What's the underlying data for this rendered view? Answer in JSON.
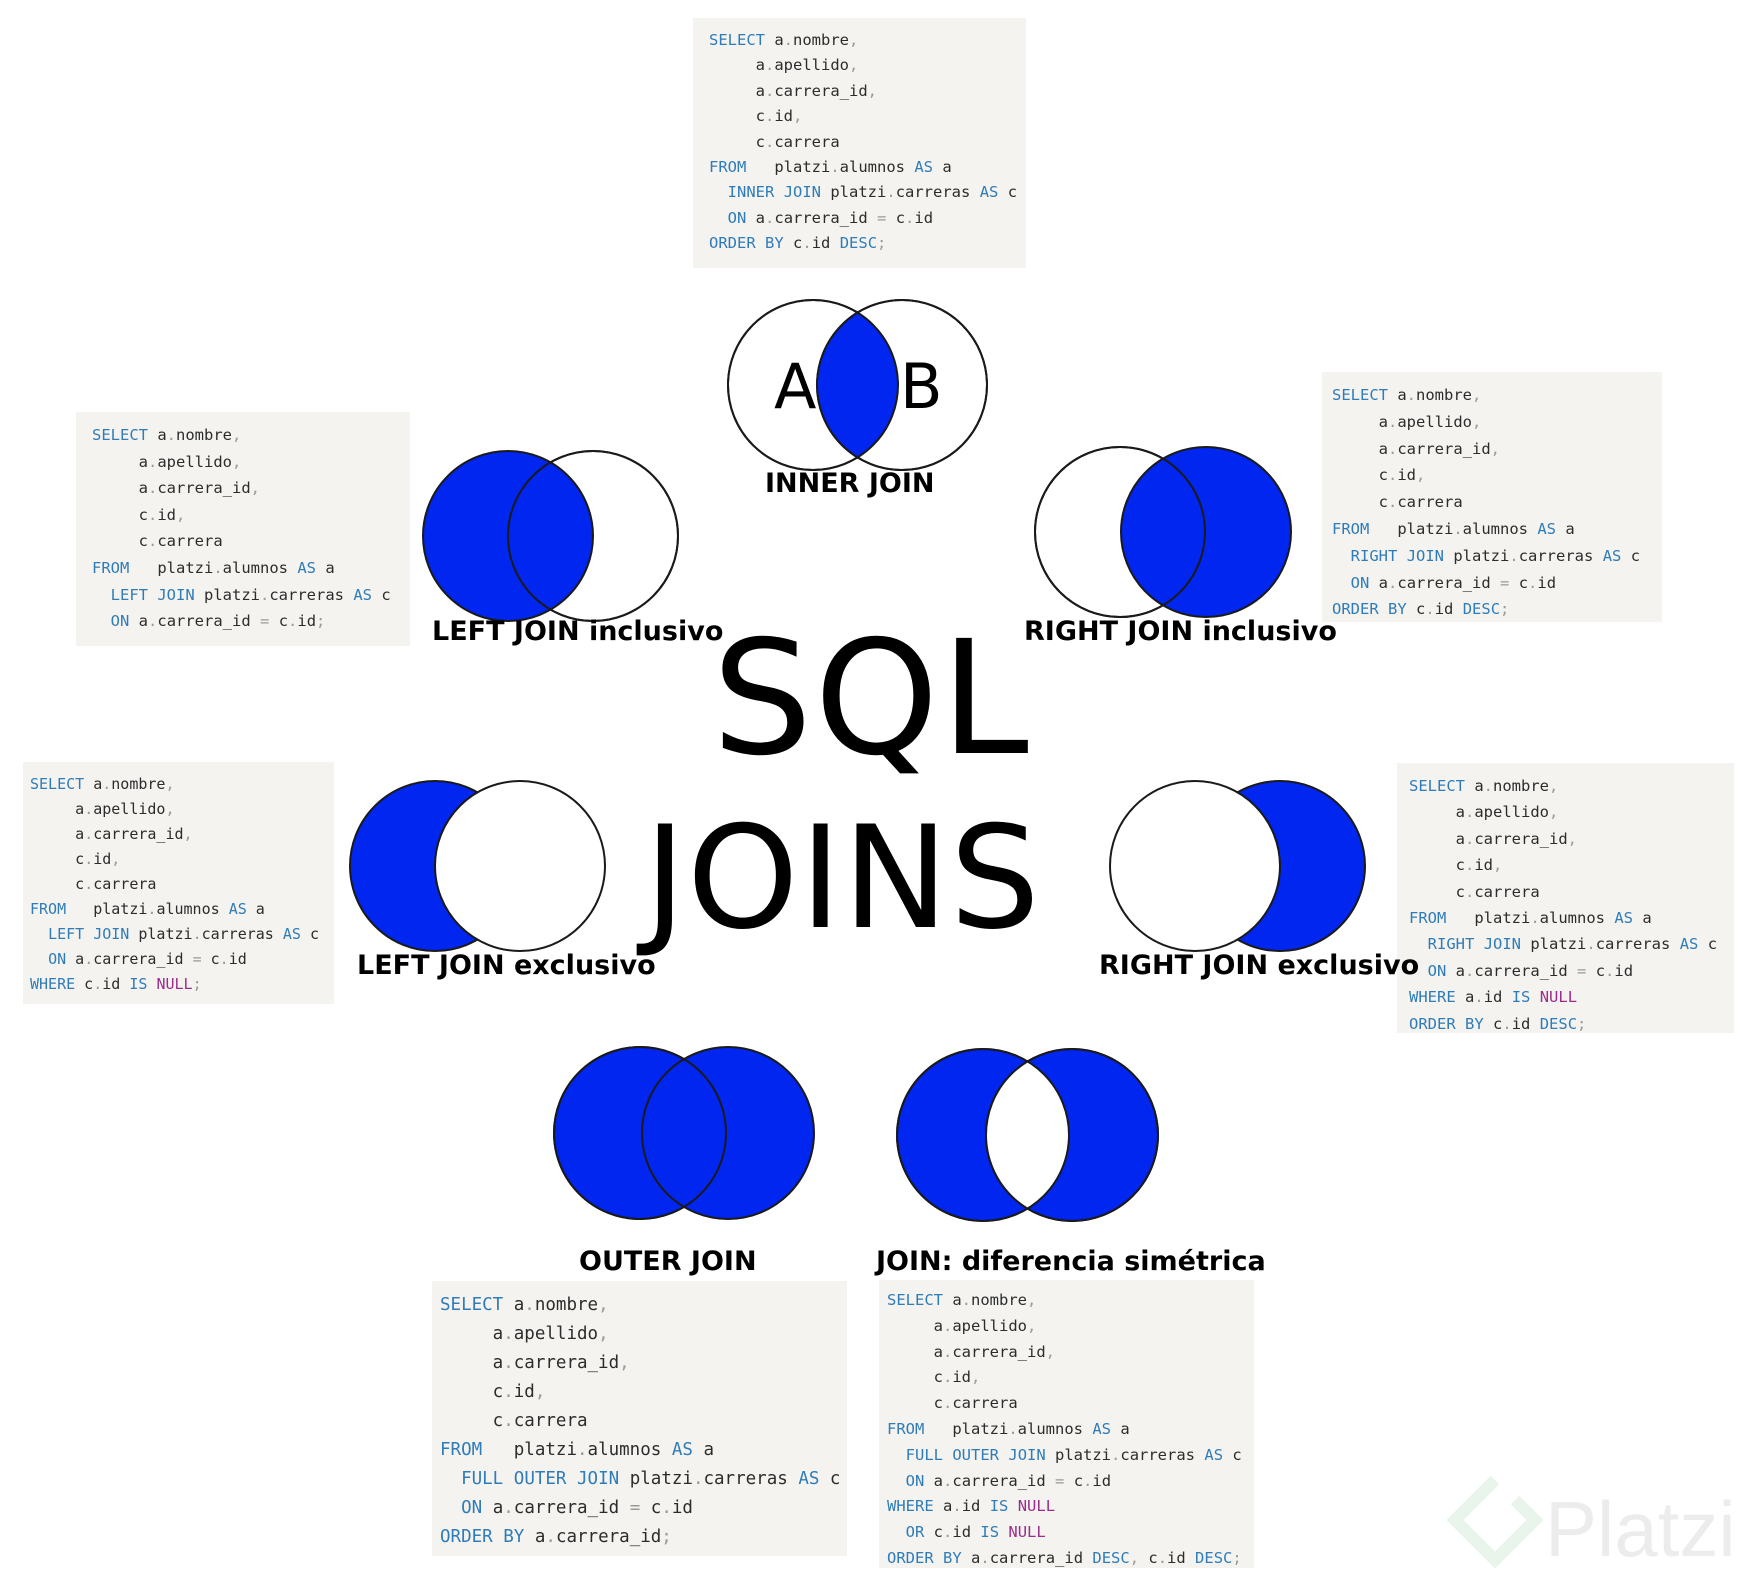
{
  "title": {
    "line1": "SQL",
    "line2": "JOINS"
  },
  "colors": {
    "fill": "#0026f0",
    "stroke": "#1a1a1a",
    "code_bg": "#f4f3ef",
    "keyword": "#2f7cb8",
    "null": "#9b2d8c"
  },
  "diagrams": {
    "inner": {
      "label": "INNER JOIN",
      "set_a": "A",
      "set_b": "B",
      "fill": "intersection"
    },
    "left_inc": {
      "label": "LEFT JOIN inclusivo",
      "fill": "left"
    },
    "right_inc": {
      "label": "RIGHT JOIN inclusivo",
      "fill": "right"
    },
    "left_exc": {
      "label": "LEFT JOIN exclusivo",
      "fill": "left-only"
    },
    "right_exc": {
      "label": "RIGHT JOIN exclusivo",
      "fill": "right-only"
    },
    "outer": {
      "label": "OUTER JOIN",
      "fill": "union"
    },
    "symdiff": {
      "label": "JOIN: diferencia simétrica",
      "fill": "symmetric-difference"
    }
  },
  "code": {
    "inner": [
      "SELECT a.nombre,",
      "     a.apellido,",
      "     a.carrera_id,",
      "     c.id,",
      "     c.carrera",
      "FROM   platzi.alumnos AS a",
      "  INNER JOIN platzi.carreras AS c",
      "  ON a.carrera_id = c.id",
      "ORDER BY c.id DESC;"
    ],
    "left_inc": [
      "SELECT a.nombre,",
      "     a.apellido,",
      "     a.carrera_id,",
      "     c.id,",
      "     c.carrera",
      "FROM   platzi.alumnos AS a",
      "  LEFT JOIN platzi.carreras AS c",
      "  ON a.carrera_id = c.id;"
    ],
    "right_inc": [
      "SELECT a.nombre,",
      "     a.apellido,",
      "     a.carrera_id,",
      "     c.id,",
      "     c.carrera",
      "FROM   platzi.alumnos AS a",
      "  RIGHT JOIN platzi.carreras AS c",
      "  ON a.carrera_id = c.id",
      "ORDER BY c.id DESC;"
    ],
    "left_exc": [
      "SELECT a.nombre,",
      "     a.apellido,",
      "     a.carrera_id,",
      "     c.id,",
      "     c.carrera",
      "FROM   platzi.alumnos AS a",
      "  LEFT JOIN platzi.carreras AS c",
      "  ON a.carrera_id = c.id",
      "WHERE c.id IS NULL;"
    ],
    "right_exc": [
      "SELECT a.nombre,",
      "     a.apellido,",
      "     a.carrera_id,",
      "     c.id,",
      "     c.carrera",
      "FROM   platzi.alumnos AS a",
      "  RIGHT JOIN platzi.carreras AS c",
      "  ON a.carrera_id = c.id",
      "WHERE a.id IS NULL",
      "ORDER BY c.id DESC;"
    ],
    "outer": [
      "SELECT a.nombre,",
      "     a.apellido,",
      "     a.carrera_id,",
      "     c.id,",
      "     c.carrera",
      "FROM   platzi.alumnos AS a",
      "  FULL OUTER JOIN platzi.carreras AS c",
      "  ON a.carrera_id = c.id",
      "ORDER BY a.carrera_id;"
    ],
    "symdiff": [
      "SELECT a.nombre,",
      "     a.apellido,",
      "     a.carrera_id,",
      "     c.id,",
      "     c.carrera",
      "FROM   platzi.alumnos AS a",
      "  FULL OUTER JOIN platzi.carreras AS c",
      "  ON a.carrera_id = c.id",
      "WHERE a.id IS NULL",
      "  OR c.id IS NULL",
      "ORDER BY a.carrera_id DESC, c.id DESC;"
    ]
  },
  "watermark": {
    "brand": "Platzi",
    "icon": "platzi-logo-icon"
  }
}
